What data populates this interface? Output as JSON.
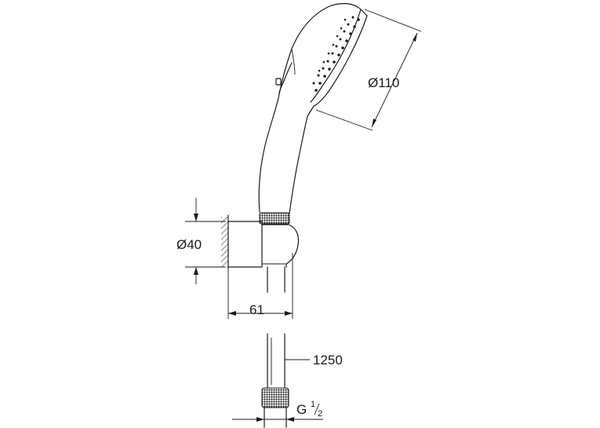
{
  "dimensions": {
    "head_diameter": "Ø110",
    "holder_diameter": "Ø40",
    "projection": "61",
    "hose_length": "1250",
    "thread_prefix": "G",
    "thread_numerator": "1",
    "thread_denominator": "2"
  },
  "colors": {
    "line": "#1a1a1a",
    "background": "#ffffff"
  }
}
